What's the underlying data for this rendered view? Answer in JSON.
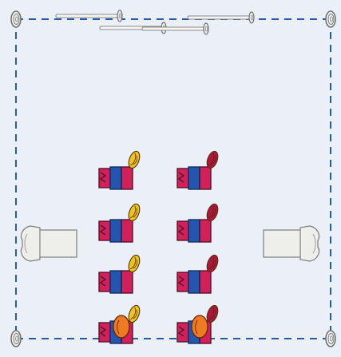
{
  "scene": {
    "background": "#ebeff8",
    "border_color": "#1f5fa8",
    "colors": {
      "blue": "#2456b0",
      "crimson": "#d3205a",
      "yellow": "#f3c21a",
      "dark_red": "#b51240",
      "orange": "#f07a22",
      "paper": "#eeeeea",
      "metal": "#9a9a9a"
    },
    "icons": {
      "corner": "spiral-pin-icon",
      "pole": "pin-rod-icon",
      "left_piece": "paper-cup-icon",
      "right_piece": "paper-cup-icon"
    },
    "left_column": {
      "label": "",
      "count": 4,
      "badge_color_name": "yellow"
    },
    "right_column": {
      "label": "",
      "count": 4,
      "badge_color_name": "dark_red"
    },
    "bottom_markers": {
      "left_color_name": "orange",
      "right_color_name": "orange"
    }
  }
}
